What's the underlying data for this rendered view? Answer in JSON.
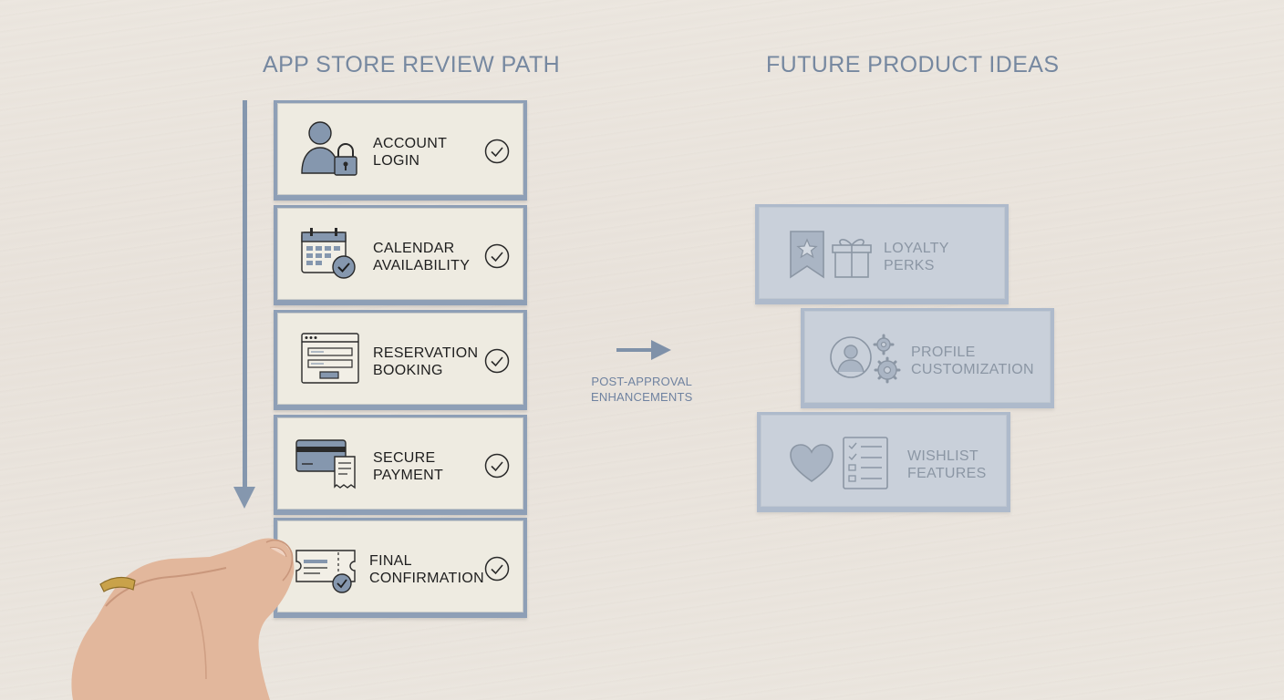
{
  "review_path": {
    "heading": "APP STORE REVIEW PATH",
    "steps": [
      {
        "label": "ACCOUNT\nLOGIN",
        "icon": "user-lock-icon",
        "status": "checked"
      },
      {
        "label": "CALENDAR\nAVAILABILITY",
        "icon": "calendar-check-icon",
        "status": "checked"
      },
      {
        "label": "RESERVATION\nBOOKING",
        "icon": "booking-form-icon",
        "status": "checked"
      },
      {
        "label": "SECURE\nPAYMENT",
        "icon": "credit-card-receipt-icon",
        "status": "checked"
      },
      {
        "label": "FINAL\nCONFIRMATION",
        "icon": "ticket-check-icon",
        "status": "checked"
      }
    ]
  },
  "transition": {
    "caption": "POST-APPROVAL\nENHANCEMENTS",
    "icon": "arrow-right-icon"
  },
  "future_ideas": {
    "heading": "FUTURE PRODUCT IDEAS",
    "items": [
      {
        "label": "LOYALTY\nPERKS",
        "icons": [
          "ribbon-star-icon",
          "gift-icon"
        ]
      },
      {
        "label": "PROFILE\nCUSTOMIZATION",
        "icons": [
          "profile-gears-icon"
        ]
      },
      {
        "label": "WISHLIST\nFEATURES",
        "icons": [
          "heart-icon",
          "checklist-icon"
        ]
      }
    ]
  },
  "colors": {
    "accent_slate": "#8e9fb6",
    "heading_blue": "#7688a0",
    "card_paper": "#eeebe1",
    "future_card": "#c9d0da",
    "background": "#ebe6df"
  }
}
